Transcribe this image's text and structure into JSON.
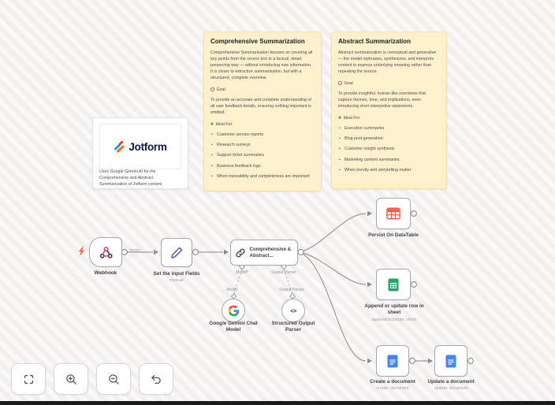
{
  "notes": {
    "jotform": {
      "wordmark": "Jotform",
      "caption": "Uses Google Gemini AI for the Comprehensive and Abstract Summarization of Jotform content"
    },
    "comprehensive": {
      "title": "Comprehensive Summarization",
      "body": "Comprehensive Summarization focuses on covering all key points from the source text in a factual, detail-preserving way — without introducing new information. It is closer to extractive summarization, but with a structured, complete overview.",
      "goal_label": "Goal",
      "goal": "To provide an accurate and complete understanding of all user feedback details, ensuring nothing important is omitted.",
      "ideal_label": "Ideal For",
      "bullets": [
        "Customer service reports",
        "Research surveys",
        "Support ticket summaries",
        "Business feedback logs",
        "When traceability and completeness are important"
      ]
    },
    "abstract": {
      "title": "Abstract Summarization",
      "body": "Abstract summarization is conceptual and generative — the model rephrases, synthesizes, and interprets content to express underlying meaning rather than repeating the source.",
      "goal_label": "Goal",
      "goal": "To provide insightful, human-like overviews that capture themes, tone, and implications, even introducing short interpretive statements.",
      "ideal_label": "Ideal For",
      "bullets": [
        "Executive summaries",
        "Blog post generation",
        "Customer insight synthesis",
        "Marketing content summaries",
        "When brevity and storytelling matter"
      ]
    }
  },
  "nodes": {
    "webhook": {
      "label": "Webhook"
    },
    "set": {
      "label": "Set the Input Fields",
      "sublabel": "manual"
    },
    "agent": {
      "label": "Comprehensive & Abstract...",
      "port_model": "Model",
      "port_model_required": "*",
      "port_parser": "Output Parser"
    },
    "gemini": {
      "label": "Google Gemini Chat Model",
      "port": "Model"
    },
    "parser": {
      "label": "Structured Output Parser",
      "port": "Output Parser",
      "icon_glyph": "<>"
    },
    "datatable": {
      "label": "Persist On DataTable"
    },
    "sheet": {
      "label": "Append or update row in sheet",
      "sublabel": "appendOrUpdate: sheet"
    },
    "doc_create": {
      "label": "Create a document",
      "sublabel": "create: document"
    },
    "doc_update": {
      "label": "Update a document",
      "sublabel": "update: document"
    }
  },
  "connections": {
    "webhook_method": "POST"
  },
  "colors": {
    "accent": "#ff6d5a",
    "sticky_bg": "#fdf1cd",
    "sheets_green": "#23a566",
    "docs_blue": "#4285f4",
    "datatable_red": "#ff5a43",
    "jotform_navy": "#0a1551"
  }
}
